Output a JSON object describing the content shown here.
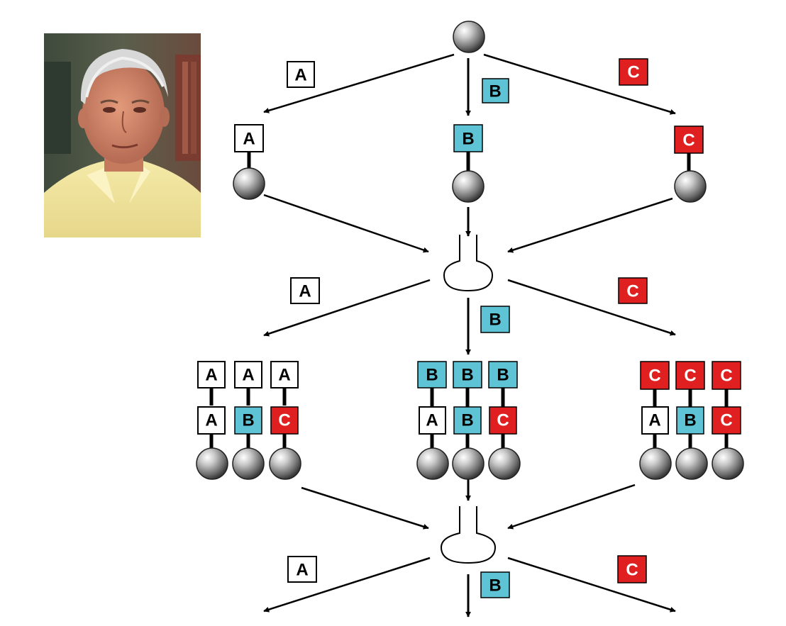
{
  "labels": {
    "a": "A",
    "b": "B",
    "c": "C"
  },
  "colors": {
    "a_fill": "#ffffff",
    "b_fill": "#5ec3d4",
    "c_fill": "#e02020",
    "a_text": "#000000",
    "b_text": "#000000",
    "c_text": "#ffffff",
    "bead": "#9a9a9a",
    "line": "#000000"
  },
  "photo": {
    "description_icon": "portrait-photo"
  }
}
